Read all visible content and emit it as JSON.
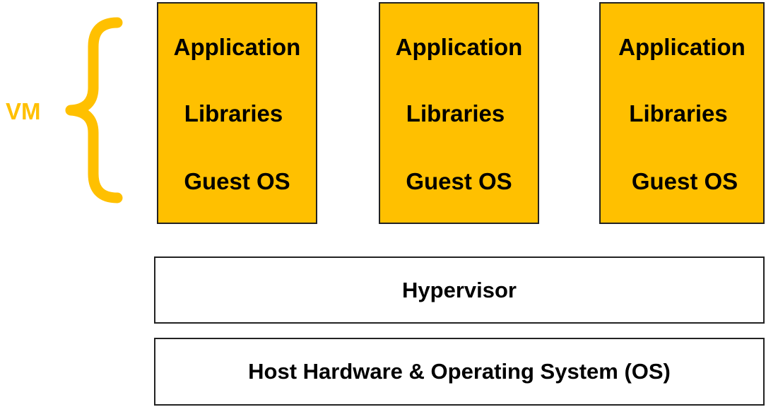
{
  "colors": {
    "vm_fill": "#FFC000",
    "accent": "#FFC000",
    "border": "#222222",
    "text": "#000000"
  },
  "vm_label": "VM",
  "vms": [
    {
      "application": "Application",
      "libraries": "Libraries",
      "guest_os": "Guest OS"
    },
    {
      "application": "Application",
      "libraries": "Libraries",
      "guest_os": "Guest OS"
    },
    {
      "application": "Application",
      "libraries": "Libraries",
      "guest_os": "Guest OS"
    }
  ],
  "hypervisor": "Hypervisor",
  "host": "Host Hardware & Operating System (OS)"
}
